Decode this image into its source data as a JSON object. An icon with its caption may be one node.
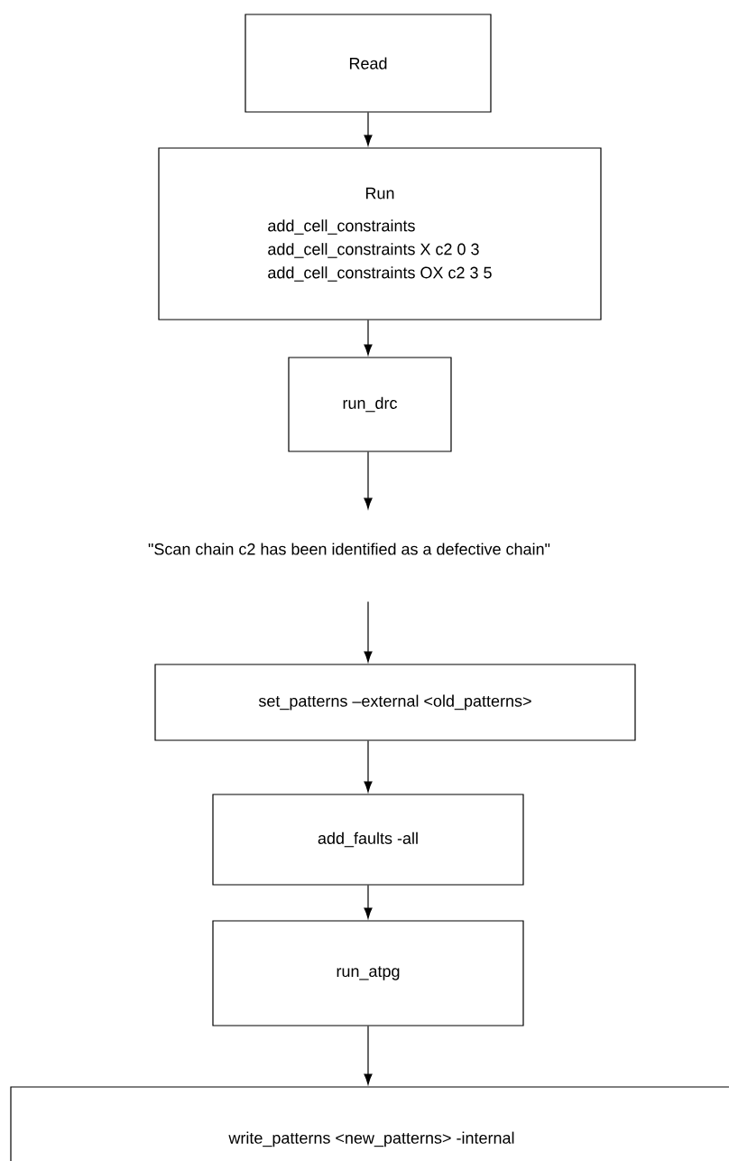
{
  "diagram": {
    "nodes": [
      {
        "text": [
          "Read"
        ]
      },
      {
        "text": [
          "Run",
          "add_cell_constraints",
          "add_cell_constraints X c2 0 3",
          "add_cell_constraints OX c2 3 5"
        ]
      },
      {
        "text": [
          "run_drc"
        ]
      },
      {
        "text": [
          "\"Scan chain c2 has been identified as a defective chain\""
        ]
      },
      {
        "text": [
          "set_patterns –external <old_patterns>"
        ]
      },
      {
        "text": [
          "add_faults -all"
        ]
      },
      {
        "text": [
          "run_atpg"
        ]
      },
      {
        "text": [
          "write_patterns <new_patterns> -internal"
        ]
      }
    ],
    "edges": [
      {
        "from": 0,
        "to": 1,
        "arrow": "to"
      },
      {
        "from": 1,
        "to": 2,
        "arrow": "to"
      },
      {
        "from": 2,
        "to": 3,
        "arrow": "to"
      },
      {
        "from": 3,
        "to": 4,
        "arrow": "to"
      },
      {
        "from": 4,
        "to": 5,
        "arrow": "to"
      },
      {
        "from": 5,
        "to": 6,
        "arrow": "to"
      },
      {
        "from": 6,
        "to": 7,
        "arrow": "to"
      }
    ]
  }
}
